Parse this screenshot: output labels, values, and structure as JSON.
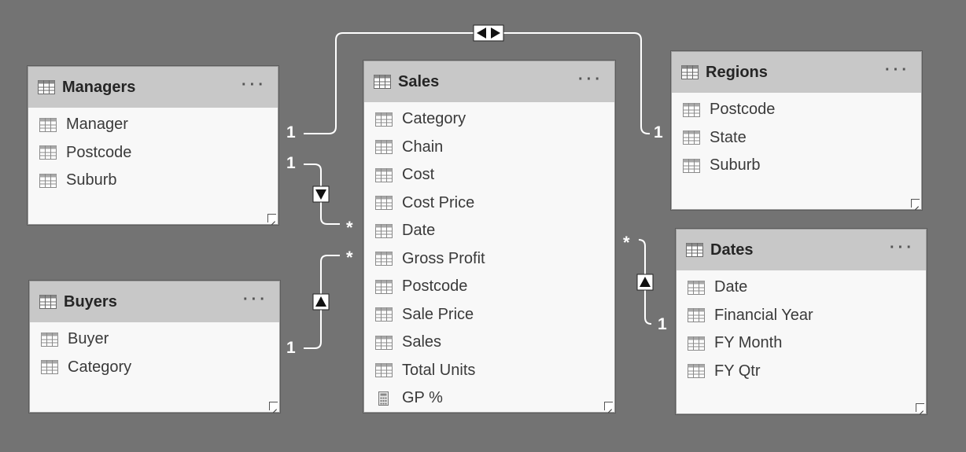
{
  "tables": {
    "managers": {
      "title": "Managers",
      "more": "···",
      "fields": [
        "Manager",
        "Postcode",
        "Suburb"
      ]
    },
    "buyers": {
      "title": "Buyers",
      "more": "···",
      "fields": [
        "Buyer",
        "Category"
      ]
    },
    "sales": {
      "title": "Sales",
      "more": "···",
      "fields": [
        "Category",
        "Chain",
        "Cost",
        "Cost Price",
        "Date",
        "Gross Profit",
        "Postcode",
        "Sale Price",
        "Sales",
        "Total Units",
        "GP %"
      ],
      "field_icons": [
        "table-column-icon",
        "table-column-icon",
        "table-column-icon",
        "table-column-icon",
        "table-column-icon",
        "table-column-icon",
        "table-column-icon",
        "table-column-icon",
        "table-column-icon",
        "table-column-icon",
        "calculator-icon"
      ]
    },
    "regions": {
      "title": "Regions",
      "more": "···",
      "fields": [
        "Postcode",
        "State",
        "Suburb"
      ]
    },
    "dates": {
      "title": "Dates",
      "more": "···",
      "fields": [
        "Date",
        "Financial Year",
        "FY Month",
        "FY Qtr"
      ]
    }
  },
  "relationships": [
    {
      "from": "Managers",
      "to": "Regions",
      "from_card": "1",
      "to_card": "1",
      "direction": "both"
    },
    {
      "from": "Managers",
      "to": "Sales",
      "from_card": "1",
      "to_card": "*",
      "direction": "down"
    },
    {
      "from": "Buyers",
      "to": "Sales",
      "from_card": "1",
      "to_card": "*",
      "direction": "up"
    },
    {
      "from": "Dates",
      "to": "Sales",
      "from_card": "1",
      "to_card": "*",
      "direction": "up"
    }
  ],
  "colors": {
    "canvas": "#737373",
    "header": "#c8c8c8",
    "body": "#f8f8f8",
    "line": "#ffffff"
  }
}
